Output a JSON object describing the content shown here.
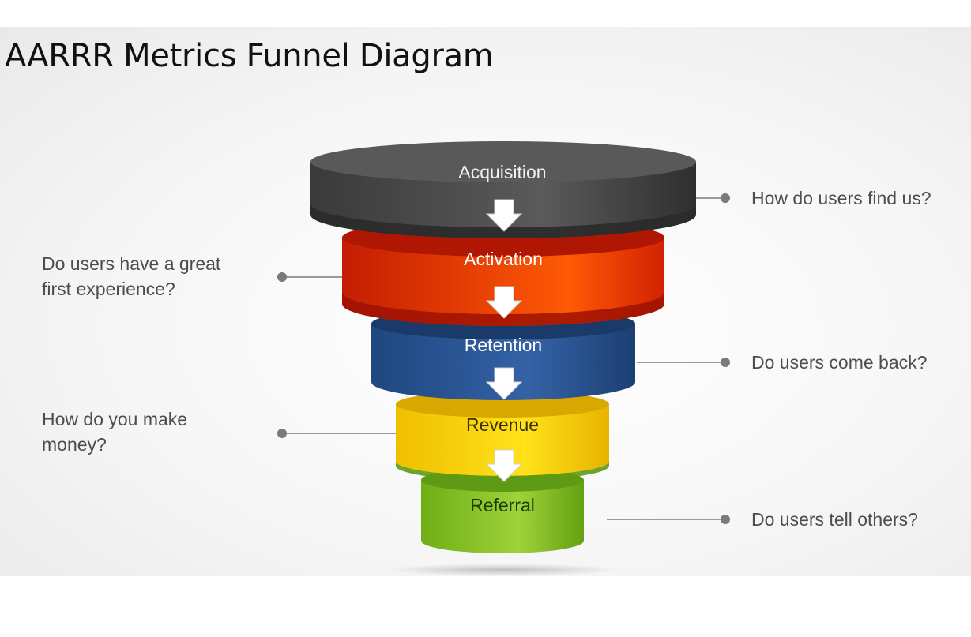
{
  "title": "AARRR Metrics Funnel Diagram",
  "stages": [
    {
      "label": "Acquisition",
      "color": "#4a4a4a"
    },
    {
      "label": "Activation",
      "color": "#e02d07"
    },
    {
      "label": "Retention",
      "color": "#234f8d"
    },
    {
      "label": "Revenue",
      "color": "#f4c400"
    },
    {
      "label": "Referral",
      "color": "#7dba1f"
    }
  ],
  "questions": {
    "acquisition": "How do users find us?",
    "activation": [
      "Do users have a great",
      "first experience?"
    ],
    "retention": "Do users come back?",
    "revenue": [
      "How do you make",
      "money?"
    ],
    "referral": "Do users tell others?"
  }
}
